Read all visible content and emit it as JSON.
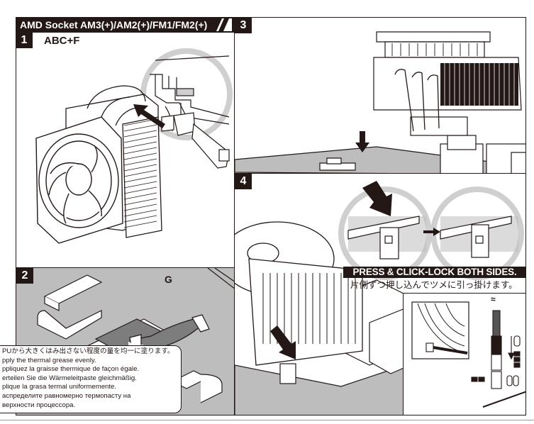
{
  "header": {
    "title": "AMD Socket AM3(+)/AM2(+)/FM1/FM2(+)"
  },
  "steps": [
    {
      "number": "1",
      "parts": "ABC+F"
    },
    {
      "number": "2",
      "parts": "G"
    },
    {
      "number": "3"
    },
    {
      "number": "4"
    }
  ],
  "step2_note": {
    "lines": [
      "PUから大きくはみ出さない程度の量を均一に塗ります。",
      "pply the thermal grease evenly.",
      "ppliquez la graisse thermique de façon égale.",
      "erteilen Sie die Wärmeleitpaste gleichmäßig.",
      "plique la grasa termal uniformemente.",
      "аспределите равномерно термопасту на",
      "верхности процессора."
    ]
  },
  "step4": {
    "headline": "PRESS & CLICK-LOCK BOTH SIDES.",
    "headline_jp": "片側ずつ押し込んでツメに引っ掛けます。",
    "cable_symbol": "≈"
  },
  "colors": {
    "ink": "#231815",
    "board_gray": "#bdbdbd",
    "callout_gray": "#cfcfcf",
    "paste_gray": "#7d7d7d"
  }
}
